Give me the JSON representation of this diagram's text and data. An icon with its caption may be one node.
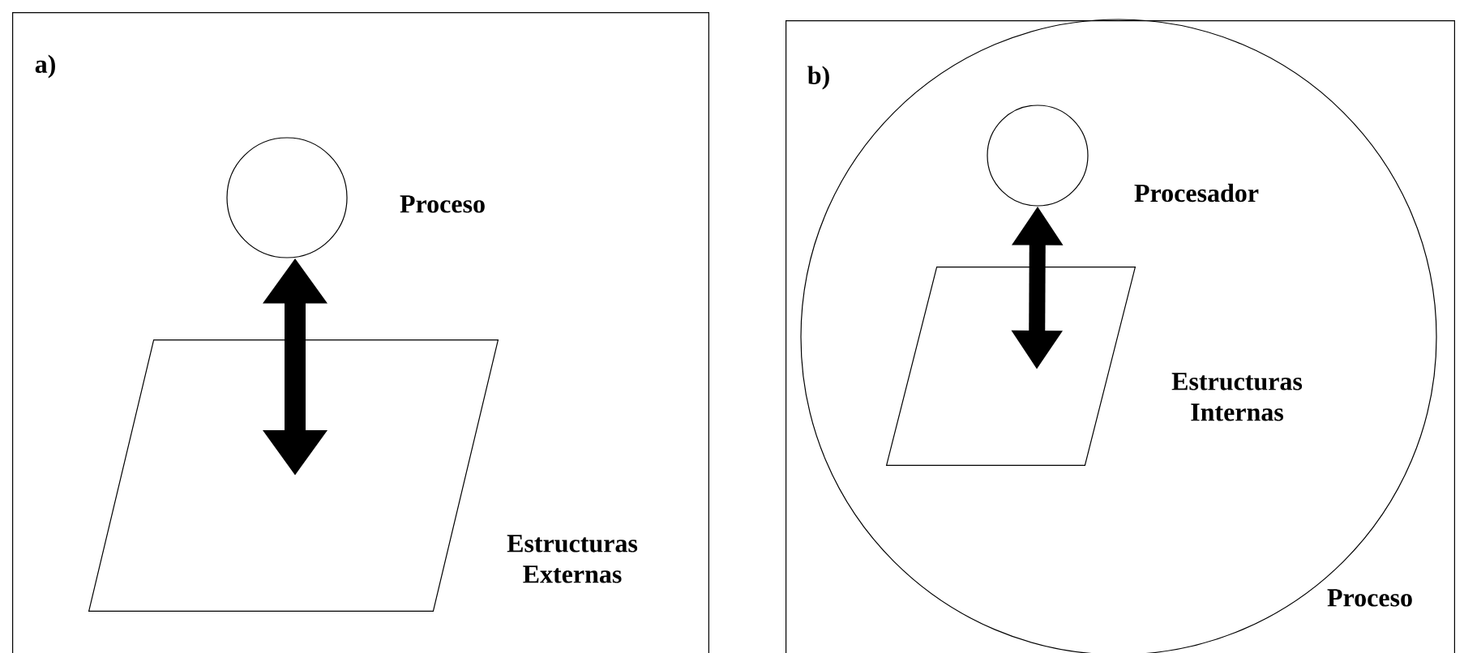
{
  "diagram": {
    "nodes": [
      {
        "text": [
          "a)"
        ]
      },
      {
        "text": [],
        "shape": "circle",
        "beside": [
          "Proceso"
        ],
        "in": 0
      },
      {
        "text": [],
        "shape": "parallelogram",
        "beside": [
          "Estructuras Externas"
        ],
        "in": 0
      },
      {
        "text": [
          "b)"
        ]
      },
      {
        "text": [],
        "shape": "circle",
        "beside": [
          "Proceso"
        ],
        "in": 3
      },
      {
        "text": [],
        "shape": "circle",
        "beside": [
          "Procesador"
        ],
        "in": 4
      },
      {
        "text": [],
        "shape": "parallelogram",
        "beside": [
          "Estructuras Internas"
        ],
        "in": 4
      }
    ],
    "edges": [
      {
        "from": 1,
        "to": 2,
        "arrow": "both"
      },
      {
        "from": 5,
        "to": 6,
        "arrow": "both"
      }
    ]
  }
}
